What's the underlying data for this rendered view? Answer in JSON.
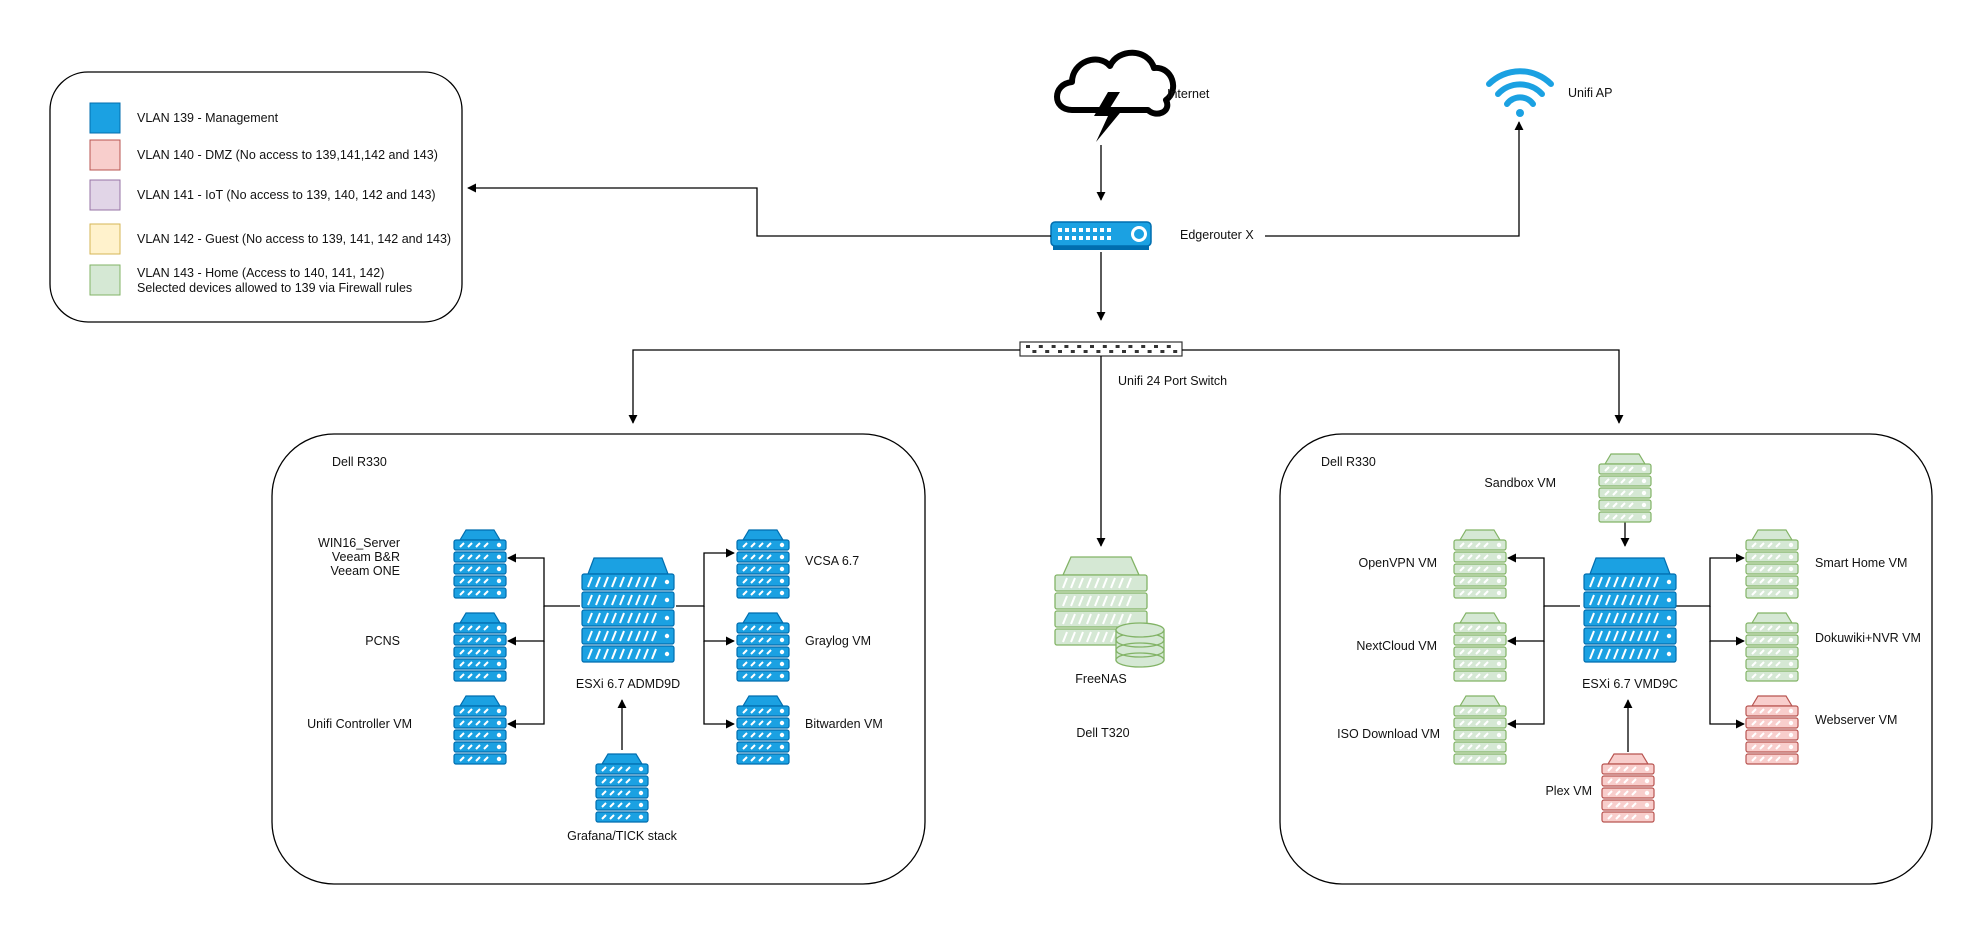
{
  "legend": [
    {
      "text": "VLAN 139 - Management",
      "fill": "#1ba1e2",
      "stroke": "#006eaf"
    },
    {
      "text": "VLAN 140 - DMZ (No access to 139,141,142 and 143)",
      "fill": "#f8cecc",
      "stroke": "#b85450"
    },
    {
      "text": "VLAN 141 - IoT (No access to 139, 140, 142 and 143)",
      "fill": "#e1d5e7",
      "stroke": "#9673a6"
    },
    {
      "text": "VLAN 142 - Guest (No access to 139, 141, 142 and 143)",
      "fill": "#fff2cc",
      "stroke": "#d6b656"
    },
    {
      "text": "VLAN 143 - Home (Access to 140, 141, 142)",
      "text2": "Selected devices allowed to 139 via Firewall rules",
      "fill": "#d5e8d4",
      "stroke": "#82b366"
    }
  ],
  "colors": {
    "management": {
      "fill": "#1ba1e2",
      "stroke": "#006eaf"
    },
    "dmz": {
      "fill": "#f8cecc",
      "stroke": "#b85450"
    },
    "home": {
      "fill": "#d5e8d4",
      "stroke": "#82b366"
    },
    "internet": "#000000",
    "wifi": "#1ba1e2"
  },
  "network": {
    "internet": "Internet",
    "unifi_ap": "Unifi AP",
    "edgerouter": "Edgerouter X",
    "switch": "Unifi 24 Port Switch"
  },
  "host_left": {
    "title": "Dell R330",
    "esxi": "ESXi 6.7 ADMD9D",
    "vms_left": [
      {
        "lines": [
          "WIN16_Server",
          "Veeam B&R",
          "Veeam ONE"
        ]
      },
      {
        "lines": [
          "PCNS"
        ]
      },
      {
        "lines": [
          "Unifi Controller VM"
        ]
      }
    ],
    "vms_right": [
      {
        "lines": [
          "VCSA 6.7"
        ]
      },
      {
        "lines": [
          "Graylog VM"
        ]
      },
      {
        "lines": [
          "Bitwarden VM"
        ]
      }
    ],
    "bottom": "Grafana/TICK stack"
  },
  "nas": {
    "name": "FreeNAS",
    "host": "Dell T320"
  },
  "host_right": {
    "title": "Dell R330",
    "esxi": "ESXi 6.7 VMD9C",
    "top": "Sandbox VM",
    "vms_left": [
      {
        "lines": [
          "OpenVPN VM"
        ]
      },
      {
        "lines": [
          "NextCloud VM"
        ]
      },
      {
        "lines": [
          "ISO Download VM"
        ]
      }
    ],
    "vms_right": [
      {
        "lines": [
          "Smart Home VM"
        ]
      },
      {
        "lines": [
          "Dokuwiki+NVR VM"
        ]
      },
      {
        "lines": [
          "Webserver VM"
        ]
      }
    ],
    "bottom": "Plex VM"
  }
}
